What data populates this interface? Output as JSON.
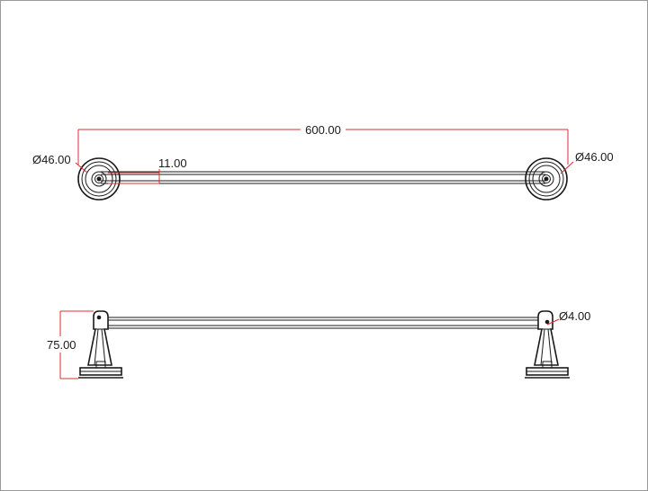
{
  "dimensions": {
    "overall_length": "600.00",
    "left_flange_diameter": "Ø46.00",
    "right_flange_diameter": "Ø46.00",
    "flange_offset": "11.00",
    "height": "75.00",
    "screw_diameter": "Ø4.00"
  },
  "colors": {
    "dimension_line": "#d9302c",
    "object_line": "#1a1a1a",
    "frame": "#9a9a9a"
  }
}
